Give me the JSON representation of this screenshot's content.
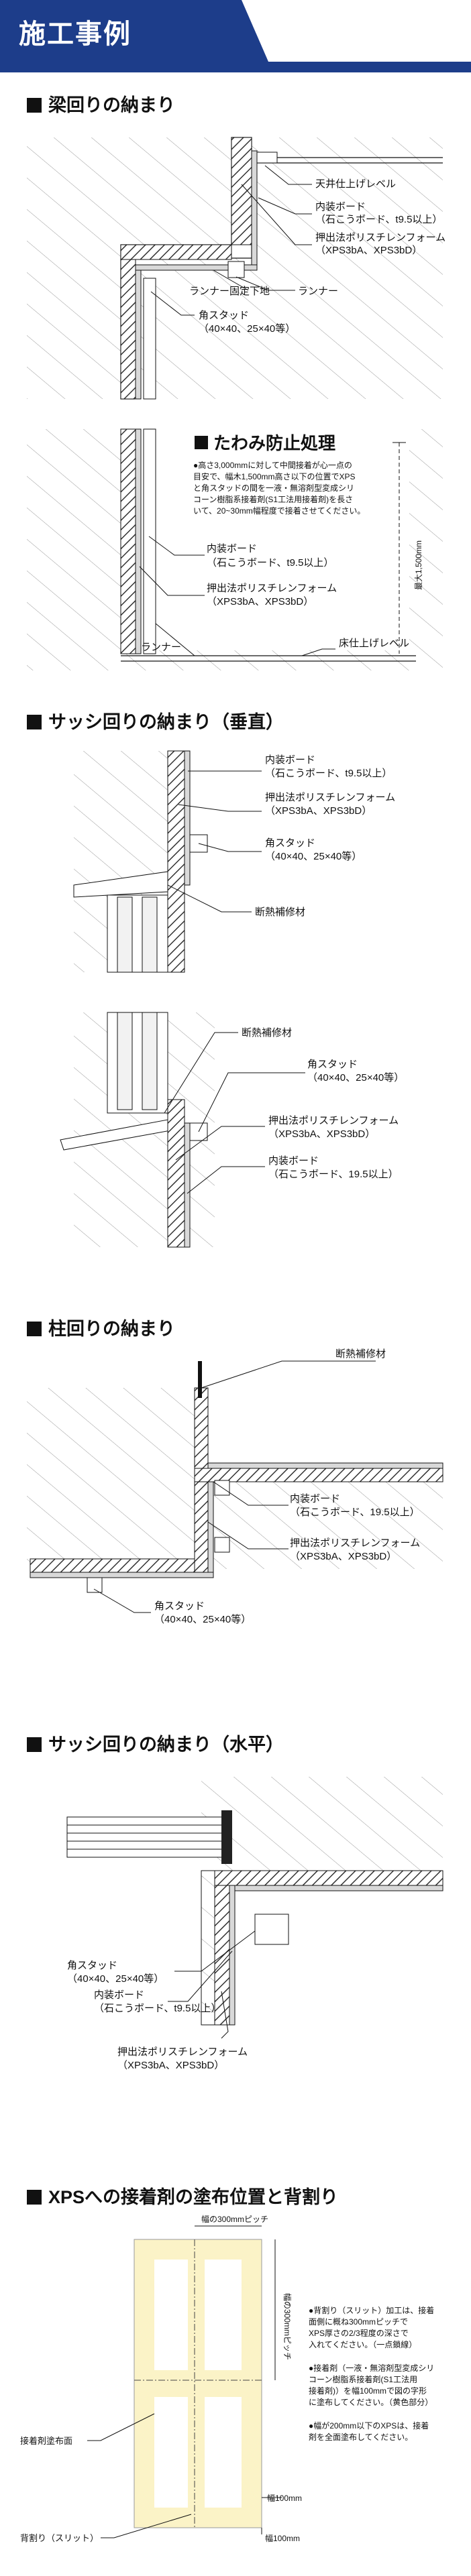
{
  "page": {
    "title": "施工事例",
    "colors": {
      "banner": "#1d3d8a",
      "board": "#d9d9d9",
      "hatch": "#7a7a7a",
      "yellow": "#fbf3c7",
      "line": "#111111"
    }
  },
  "beam": {
    "heading": "梁回りの納まり",
    "labels": {
      "ceiling_level": "天井仕上げレベル",
      "board_1": "内装ボード",
      "board_2": "（石こうボード、t9.5以上）",
      "xps_1": "押出法ポリスチレンフォーム",
      "xps_2": "（XPS3bA、XPS3bD）",
      "runner_base": "ランナー固定下地",
      "runner": "ランナー",
      "stud_1": "角スタッド",
      "stud_2": "（40×40、25×40等）"
    },
    "deflection": {
      "title": "たわみ防止処理",
      "note": [
        "●高さ3,000mmに対して中間接着が心一点の",
        "目安で、幅木1,500mm高さ以下の位置でXPS",
        "と角スタッドの間を一液・無溶剤型変成シリ",
        "コーン樹脂系接着剤(S1工法用接着剤)を長さ",
        "いて、20~30mm幅程度で接着させてください。"
      ],
      "board_1": "内装ボード",
      "board_2": "（石こうボード、t9.5以上）",
      "xps_1": "押出法ポリスチレンフォーム",
      "xps_2": "（XPS3bA、XPS3bD）",
      "runner": "ランナー",
      "floor_level": "床仕上げレベル",
      "height_dim": "最大1,500mm"
    }
  },
  "sash_v": {
    "heading": "サッシ回りの納まり（垂直）",
    "upper": {
      "board_1": "内装ボード",
      "board_2": "（石こうボード、t9.5以上）",
      "xps_1": "押出法ポリスチレンフォーム",
      "xps_2": "（XPS3bA、XPS3bD）",
      "stud_1": "角スタッド",
      "stud_2": "（40×40、25×40等）",
      "insul": "断熱補修材"
    },
    "lower": {
      "insul": "断熱補修材",
      "stud_1": "角スタッド",
      "stud_2": "（40×40、25×40等）",
      "xps_1": "押出法ポリスチレンフォーム",
      "xps_2": "（XPS3bA、XPS3bD）",
      "board_1": "内装ボード",
      "board_2": "（石こうボード、19.5以上）"
    }
  },
  "column": {
    "heading": "柱回りの納まり",
    "insul": "断熱補修材",
    "board_1": "内装ボード",
    "board_2": "（石こうボード、19.5以上）",
    "xps_1": "押出法ポリスチレンフォーム",
    "xps_2": "（XPS3bA、XPS3bD）",
    "stud_1": "角スタッド",
    "stud_2": "（40×40、25×40等）"
  },
  "sash_h": {
    "heading": "サッシ回りの納まり（水平）",
    "stud_1": "角スタッド",
    "stud_2": "（40×40、25×40等）",
    "board_1": "内装ボード",
    "board_2": "（石こうボード、t9.5以上）",
    "xps_1": "押出法ポリスチレンフォーム",
    "xps_2": "（XPS3bA、XPS3bD）"
  },
  "adhesive": {
    "heading": "XPSへの接着剤の塗布位置と背割り",
    "pitch_h": "幅の300mmピッチ",
    "pitch_v": "幅の300mmピッチ",
    "area": "接着剤塗布面",
    "slit": "背割り（スリット）",
    "w100": "幅100mm",
    "w100b": "幅100mm",
    "note1": [
      "●背割り（スリット）加工は、接着",
      "面側に概ね300mmピッチで",
      "XPS厚さの2/3程度の深さで",
      "入れてください。（一点鎖線）"
    ],
    "note2": [
      "●接着剤（一液・無溶剤型変成シリ",
      "コーン樹脂系接着剤(S1工法用",
      "接着剤)）を幅100mmで図の字形",
      "に塗布してください。（黄色部分）"
    ],
    "note3": [
      "●幅が200mm以下のXPSは、接着",
      "剤を全面塗布してください。"
    ]
  }
}
